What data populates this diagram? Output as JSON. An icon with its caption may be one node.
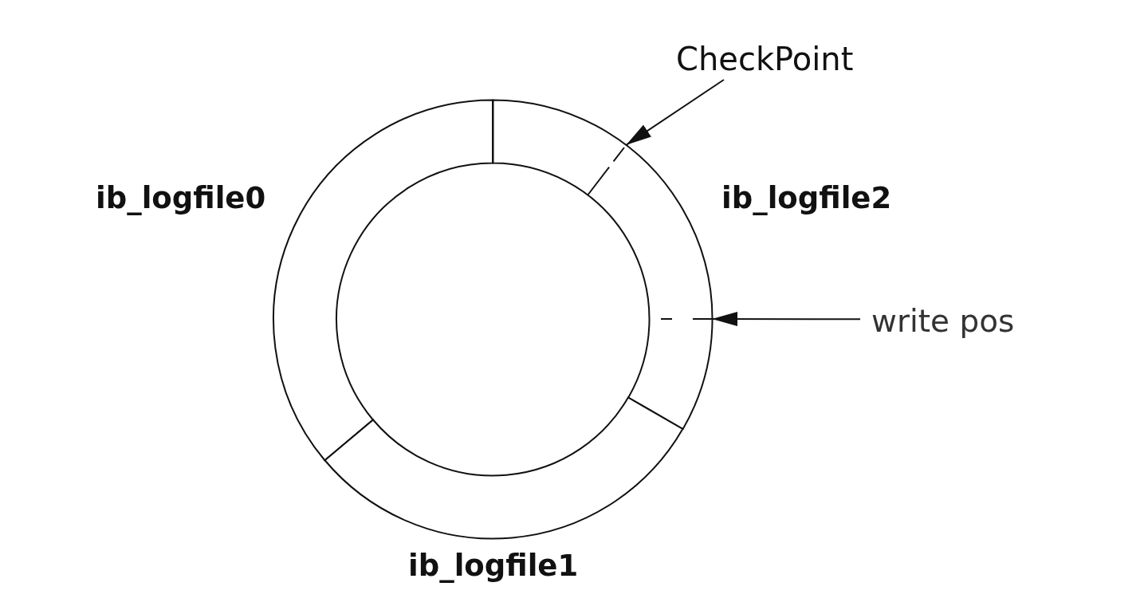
{
  "diagram": {
    "nodes": [
      {
        "text": [
          "CheckPoint"
        ]
      },
      {
        "text": [
          "ib_logfile0"
        ]
      },
      {
        "text": [
          "ib_logfile2"
        ]
      },
      {
        "text": [
          "write pos"
        ]
      },
      {
        "text": [
          "ib_logfile1"
        ]
      }
    ],
    "edges": [
      {
        "from": 0,
        "to": 2,
        "arrow": "to"
      },
      {
        "from": 3,
        "to": 2,
        "arrow": "to"
      }
    ]
  }
}
